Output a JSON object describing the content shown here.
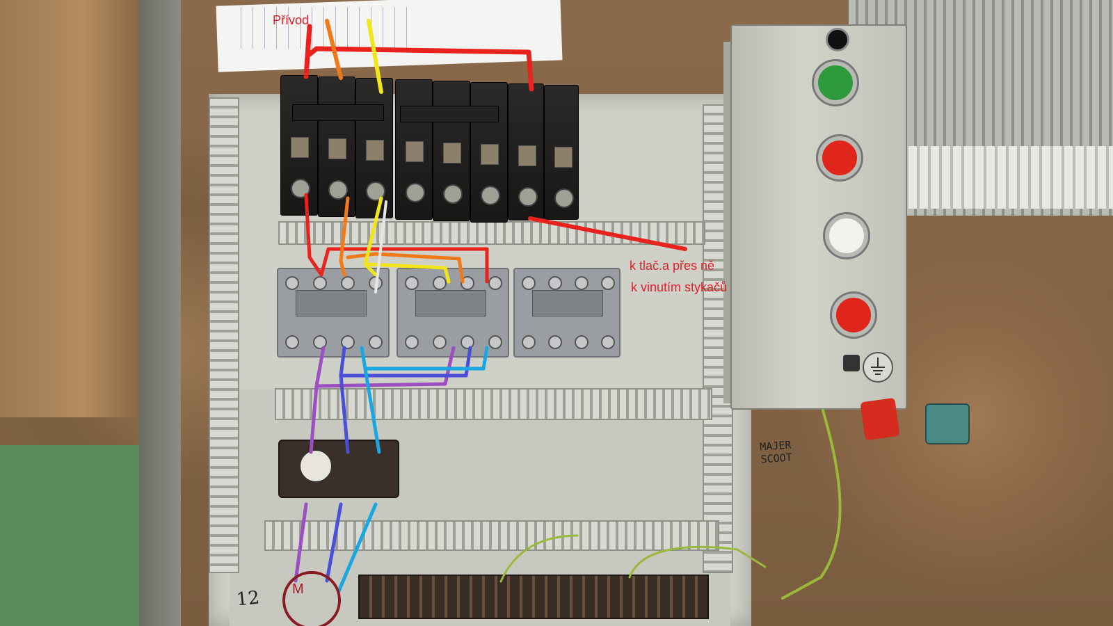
{
  "annotations": {
    "supply_label": "Přívod",
    "note_line_1": "k tlač.a přes ně",
    "note_line_2": "k vinutím stykačů",
    "motor_label": "M"
  },
  "handwritten": {
    "panel_note_line_1": "MAJER",
    "panel_note_line_2": "SCOOT",
    "panel_number": "12"
  },
  "colors": {
    "phase_l1": "#e8231e",
    "phase_l2": "#f07a1a",
    "phase_l3": "#f2e51a",
    "motor_wire_1": "#9b4fc0",
    "motor_wire_2": "#4a4fd8",
    "motor_wire_3": "#1aa6e0",
    "annotation_text": "#e0202a",
    "motor_circle": "#8a1a24",
    "pushbutton_green": "#2e9a3c",
    "pushbutton_red": "#e0261c",
    "pushbutton_white": "#f2f2ee"
  },
  "icons": {
    "ground": "ground-icon",
    "pilot_lamp": "pilot-lamp-icon"
  }
}
